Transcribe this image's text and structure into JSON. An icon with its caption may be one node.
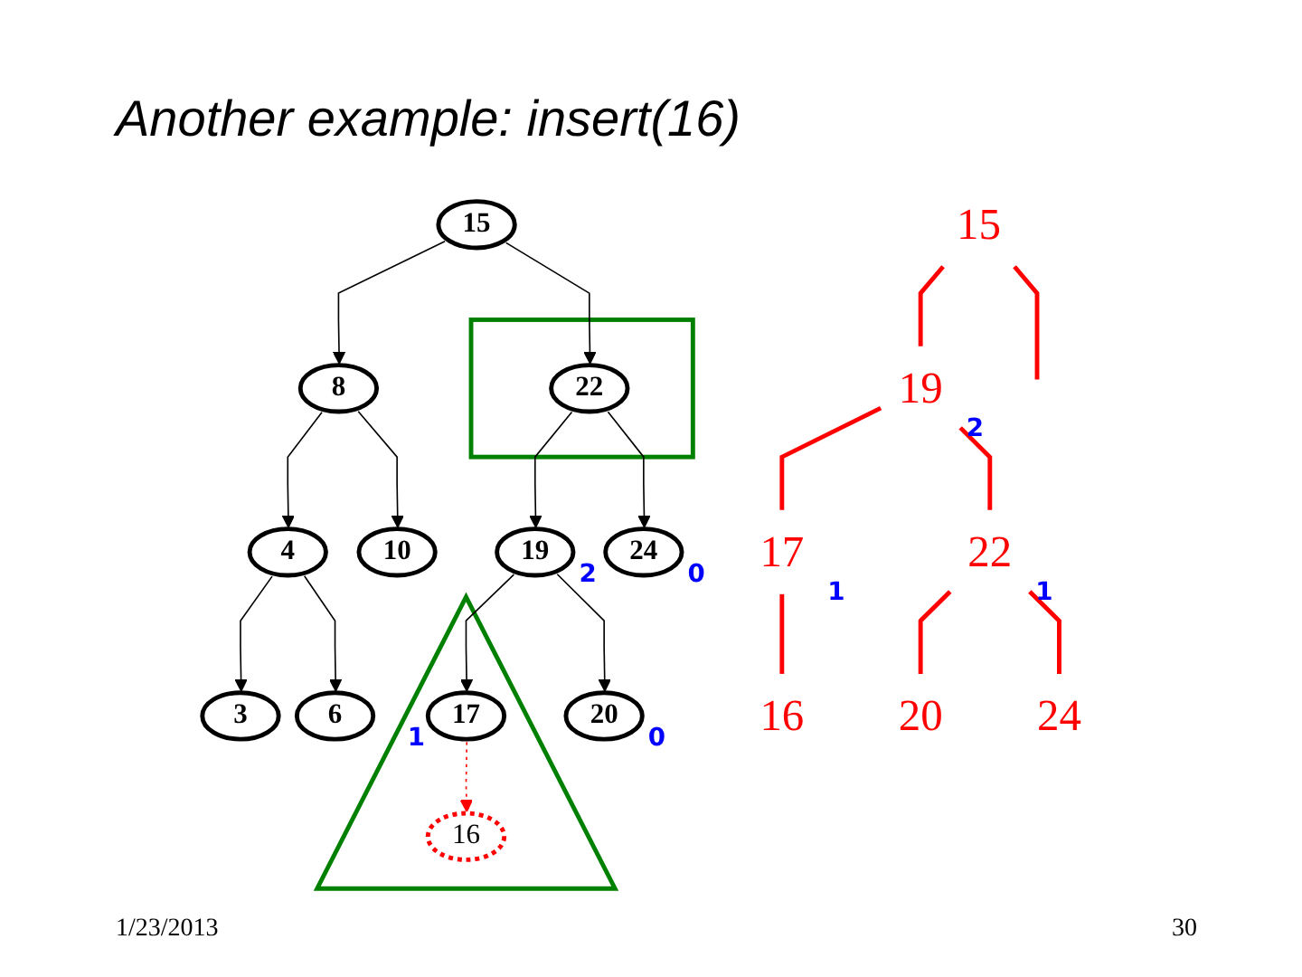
{
  "diagram": {
    "title": "Another example: insert(16)",
    "nodes": [
      {
        "text": [
          "15"
        ]
      },
      {
        "text": [
          "8"
        ]
      },
      {
        "text": [],
        "shape": "box"
      },
      {
        "text": [
          "22"
        ],
        "in": 2
      },
      {
        "text": [
          "4"
        ]
      },
      {
        "text": [
          "10"
        ]
      },
      {
        "text": [
          "19"
        ],
        "beside": [
          "2"
        ]
      },
      {
        "text": [
          "24"
        ],
        "beside": [
          "0"
        ]
      },
      {
        "text": [
          "3"
        ]
      },
      {
        "text": [
          "6"
        ]
      },
      {
        "text": [],
        "shape": "triangle"
      },
      {
        "text": [
          "17"
        ],
        "in": 10,
        "beside": [
          "1"
        ]
      },
      {
        "text": [
          "20"
        ],
        "beside": [
          "0"
        ]
      },
      {
        "text": [
          "16"
        ],
        "in": 10
      },
      {
        "text": [
          "15"
        ]
      },
      {
        "text": [
          "19"
        ],
        "beside": [
          "2"
        ]
      },
      {
        "text": [
          "17"
        ],
        "beside": [
          "1"
        ]
      },
      {
        "text": [
          "22"
        ],
        "beside": [
          "1"
        ]
      },
      {
        "text": [
          "16"
        ]
      },
      {
        "text": [
          "20"
        ]
      },
      {
        "text": [
          "24"
        ]
      }
    ],
    "edges": [
      {
        "from": 0,
        "to": 1,
        "arrow": "to"
      },
      {
        "from": 0,
        "to": 3,
        "arrow": "to"
      },
      {
        "from": 1,
        "to": 4,
        "arrow": "to"
      },
      {
        "from": 1,
        "to": 5,
        "arrow": "to"
      },
      {
        "from": 3,
        "to": 6,
        "arrow": "to"
      },
      {
        "from": 3,
        "to": 7,
        "arrow": "to"
      },
      {
        "from": 4,
        "to": 8,
        "arrow": "to"
      },
      {
        "from": 4,
        "to": 9,
        "arrow": "to"
      },
      {
        "from": 6,
        "to": 11,
        "arrow": "to"
      },
      {
        "from": 6,
        "to": 12,
        "arrow": "to"
      },
      {
        "from": 11,
        "to": 13,
        "arrow": "to",
        "style": "dashed",
        "color": "#ff0000"
      },
      {
        "from": 14,
        "to": 15,
        "arrow": "none",
        "style": "thick",
        "color": "#ff0000"
      },
      {
        "from": 14,
        "to": null,
        "arrow": "none",
        "style": "thick",
        "color": "#ff0000"
      },
      {
        "from": 15,
        "to": 16,
        "arrow": "none",
        "style": "thick",
        "color": "#ff0000"
      },
      {
        "from": 15,
        "to": 17,
        "arrow": "none",
        "style": "thick",
        "color": "#ff0000"
      },
      {
        "from": 16,
        "to": 18,
        "arrow": "none",
        "style": "thick",
        "color": "#ff0000"
      },
      {
        "from": 17,
        "to": 19,
        "arrow": "none",
        "style": "thick",
        "color": "#ff0000"
      },
      {
        "from": 17,
        "to": 20,
        "arrow": "none",
        "style": "thick",
        "color": "#ff0000"
      }
    ],
    "labels": [
      "1/23/2013",
      "30"
    ]
  }
}
